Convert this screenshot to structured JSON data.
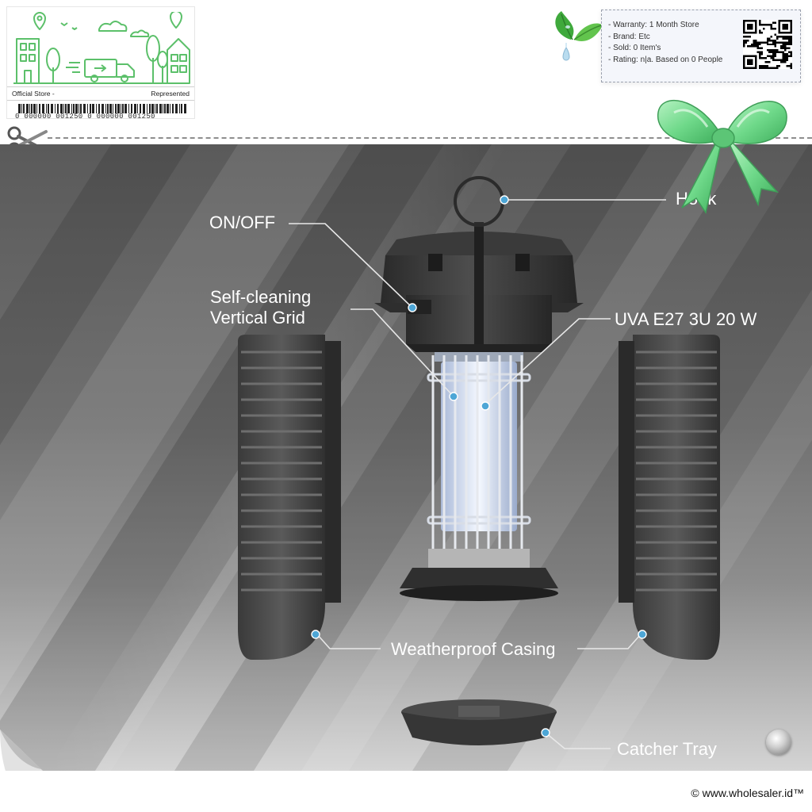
{
  "store_card": {
    "left_label": "Official Store -",
    "right_label": "Represented",
    "barcode_digits": "0 000000 001250 0 000000 001250"
  },
  "info_card": {
    "items": [
      "- Warranty: 1 Month Store",
      "- Brand: Etc",
      "- Sold: 0 Item's",
      "- Rating: n|a. Based on 0 People"
    ]
  },
  "callouts": {
    "on_off": "ON/OFF",
    "grid_line1": "Self-cleaning",
    "grid_line2": "Vertical Grid",
    "uva": "UVA E27 3U 20 W",
    "hook": "Hook",
    "casing": "Weatherproof Casing",
    "tray": "Catcher Tray"
  },
  "footer": {
    "copyright": "© www.wholesaler.id™"
  },
  "colors": {
    "accent_green": "#5cc06a",
    "callout_dot": "#4da6d6",
    "callout_text": "#ffffff"
  },
  "icons": [
    "city-illustration-icon",
    "leaf-drop-icon",
    "qr-code-icon",
    "scissors-icon",
    "bow-icon",
    "page-curl-icon"
  ]
}
